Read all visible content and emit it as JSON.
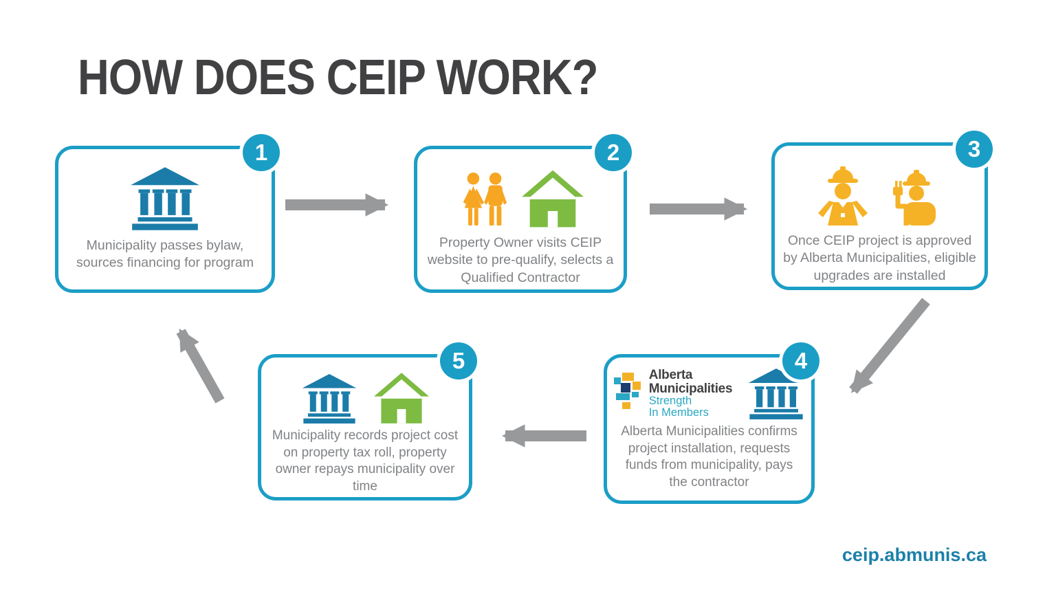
{
  "title": "HOW DOES CEIP WORK?",
  "steps": [
    {
      "number": "1",
      "text": "Municipality passes bylaw, sources financing for program",
      "icons": [
        "bank-icon"
      ]
    },
    {
      "number": "2",
      "text": "Property Owner visits CEIP website to pre-qualify, selects a Qualified Contractor",
      "icons": [
        "couple-icon",
        "house-icon"
      ]
    },
    {
      "number": "3",
      "text": "Once CEIP project is approved by Alberta Municipalities, eligible upgrades are installed",
      "icons": [
        "construction-worker-icon",
        "electrician-icon"
      ]
    },
    {
      "number": "4",
      "text": "Alberta Municipalities confirms project installation, requests funds from municipality, pays the contractor",
      "icons": [
        "alberta-municipalities-logo",
        "bank-icon"
      ]
    },
    {
      "number": "5",
      "text": "Municipality records project cost on property tax roll, property owner repays municipality over time",
      "icons": [
        "bank-icon",
        "house-icon"
      ]
    }
  ],
  "alberta_logo": {
    "name_line1": "Alberta",
    "name_line2": "Municipalities",
    "tagline_line1": "Strength",
    "tagline_line2": "In Members"
  },
  "footer": {
    "url_label": "ceip.abmunis.ca"
  },
  "colors": {
    "box_border_teal": "#1B9EC6",
    "badge_teal": "#1B9EC6",
    "bank_blue": "#1B7CA9",
    "house_green": "#7DBB42",
    "people_orange": "#F6A623",
    "worker_amber": "#F5B226",
    "arrow_gray": "#97999B",
    "body_text_gray": "#808285",
    "title_gray": "#414042",
    "footer_link_teal": "#1C80AA",
    "logo_navy": "#1B3E6F",
    "logo_teal": "#2AA8C4",
    "logo_yellow": "#F2B227"
  }
}
